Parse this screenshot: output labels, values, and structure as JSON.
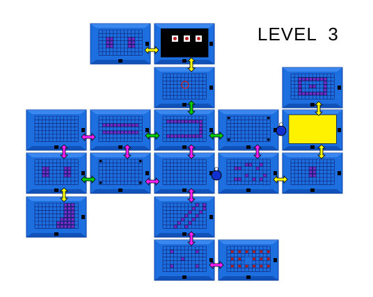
{
  "title": "LEVEL  3",
  "colors": {
    "room_border": "#1d6fe0",
    "room_border_dark": "#0a3fa0",
    "room_floor": "#1d6fe0",
    "grid_line": "#0d1d6b",
    "block": "#7a2bc8",
    "block_edge": "#0d1d6b",
    "door": "#000000",
    "dark_room": "#000000",
    "treasure_room": "#fff200",
    "arrow_yellow": "#ffff00",
    "arrow_green": "#00d000",
    "arrow_magenta": "#ff20ff",
    "arrow_outline": "#000000",
    "bomb": "#1030d0",
    "statue": "#c02020"
  },
  "rooms": [
    {
      "id": "r-top-left",
      "kind": "blocks"
    },
    {
      "id": "r-boss",
      "kind": "dark",
      "statues": 3
    },
    {
      "id": "r-entry-2",
      "kind": "key"
    },
    {
      "id": "r-far-right-top",
      "kind": "ring"
    },
    {
      "id": "r-row3-1",
      "kind": "plain"
    },
    {
      "id": "r-row3-2",
      "kind": "rows"
    },
    {
      "id": "r-row3-3",
      "kind": "u-shape"
    },
    {
      "id": "r-row3-4",
      "kind": "corners"
    },
    {
      "id": "r-treasure",
      "kind": "treasure"
    },
    {
      "id": "r-row4-1",
      "kind": "pillars"
    },
    {
      "id": "r-row4-2",
      "kind": "corners"
    },
    {
      "id": "r-row4-3",
      "kind": "plain"
    },
    {
      "id": "r-row4-4",
      "kind": "scattered"
    },
    {
      "id": "r-row4-5",
      "kind": "pillar"
    },
    {
      "id": "r-row5-1",
      "kind": "staircase"
    },
    {
      "id": "r-row5-3",
      "kind": "diagonal"
    },
    {
      "id": "r-row6-3",
      "kind": "sparse"
    },
    {
      "id": "r-row6-4",
      "kind": "checker"
    }
  ],
  "connections": [
    {
      "id": "a1",
      "color": "yellow",
      "dir": "h"
    },
    {
      "id": "a2",
      "color": "yellow",
      "dir": "v"
    },
    {
      "id": "a3",
      "color": "green",
      "dir": "v"
    },
    {
      "id": "a4",
      "color": "yellow",
      "dir": "v"
    },
    {
      "id": "a5",
      "color": "magenta",
      "dir": "h"
    },
    {
      "id": "a6",
      "color": "green",
      "dir": "h"
    },
    {
      "id": "a7",
      "color": "green",
      "dir": "h"
    },
    {
      "id": "a8",
      "color": "magenta",
      "dir": "v"
    },
    {
      "id": "a9",
      "color": "magenta",
      "dir": "v"
    },
    {
      "id": "a10",
      "color": "magenta",
      "dir": "v"
    },
    {
      "id": "a11",
      "color": "magenta",
      "dir": "v"
    },
    {
      "id": "a12",
      "color": "yellow",
      "dir": "v"
    },
    {
      "id": "a13",
      "color": "green",
      "dir": "h"
    },
    {
      "id": "a14",
      "color": "magenta",
      "dir": "h"
    },
    {
      "id": "a15",
      "color": "yellow",
      "dir": "h"
    },
    {
      "id": "a16",
      "color": "yellow",
      "dir": "v"
    },
    {
      "id": "a17",
      "color": "magenta",
      "dir": "v"
    },
    {
      "id": "a18",
      "color": "magenta",
      "dir": "v"
    },
    {
      "id": "a19",
      "color": "magenta",
      "dir": "h"
    }
  ],
  "bombs": [
    {
      "id": "bomb-1"
    },
    {
      "id": "bomb-2"
    }
  ]
}
